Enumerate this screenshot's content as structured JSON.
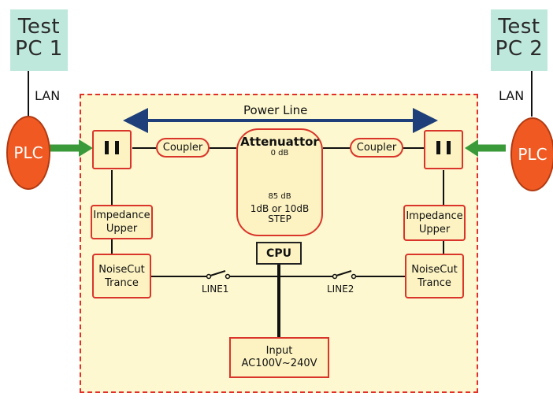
{
  "pc_left": {
    "line1": "Test",
    "line2": "PC 1"
  },
  "pc_right": {
    "line1": "Test",
    "line2": "PC 2"
  },
  "lan_left": "LAN",
  "lan_right": "LAN",
  "plc_left": "PLC",
  "plc_right": "PLC",
  "power_line": "Power Line",
  "coupler_left": "Coupler",
  "coupler_right": "Coupler",
  "attenuator": {
    "title": "Attenuattor",
    "top_db": "0 dB",
    "bottom_db": "85 dB",
    "step_line1": "1dB or 10dB",
    "step_line2": "STEP"
  },
  "impedance_left": {
    "line1": "Impedance",
    "line2": "Upper"
  },
  "impedance_right": {
    "line1": "Impedance",
    "line2": "Upper"
  },
  "noisecut_left": {
    "line1": "NoiseCut",
    "line2": "Trance"
  },
  "noisecut_right": {
    "line1": "NoiseCut",
    "line2": "Trance"
  },
  "cpu": "CPU",
  "line1": "LINE1",
  "line2": "LINE2",
  "input": {
    "line1": "Input",
    "line2": "AC100V~240V"
  },
  "colors": {
    "pc_box": "#bfe8dc",
    "panel": "#fdf8cf",
    "panel_border": "#e0302a",
    "plc": "#f05a22",
    "arrow_green": "#3a9a3a",
    "powerline_arrow": "#1f3f7a"
  }
}
